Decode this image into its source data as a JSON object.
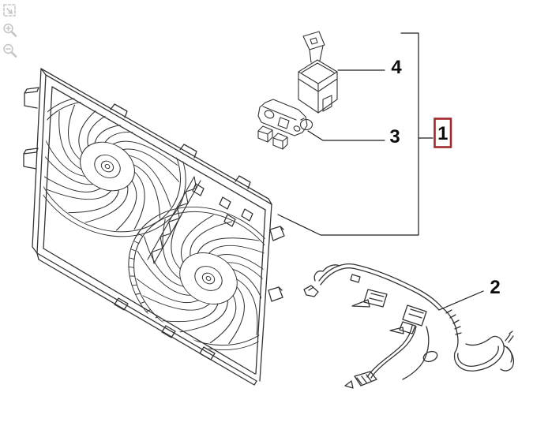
{
  "viewer": {
    "background": "#ffffff",
    "toolbar": {
      "icon_color": "#c6c6c6",
      "buttons": [
        {
          "icon": "fit-view-icon",
          "action": "fit view"
        },
        {
          "icon": "zoom-in-icon",
          "action": "zoom in"
        },
        {
          "icon": "zoom-out-icon",
          "action": "zoom out"
        }
      ]
    }
  },
  "diagram": {
    "kind": "exploded parts diagram",
    "line_color": "#333333",
    "label_color": "#0d0d0d",
    "callout_box_color": "#a3282e",
    "callouts": [
      {
        "ref": "1",
        "boxed": true,
        "part": "fan-shroud-assembly-complete"
      },
      {
        "ref": "2",
        "boxed": false,
        "part": "wiring-harness"
      },
      {
        "ref": "3",
        "boxed": false,
        "part": "fan-control-module"
      },
      {
        "ref": "4",
        "boxed": false,
        "part": "relay"
      }
    ]
  }
}
